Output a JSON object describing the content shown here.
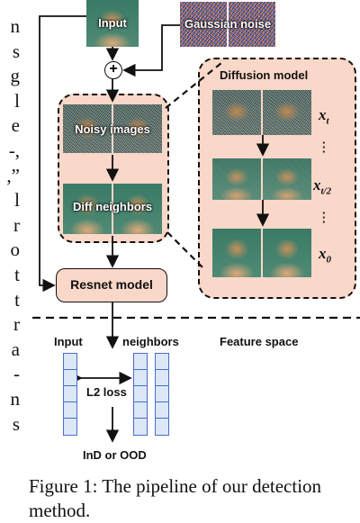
{
  "left_text": [
    "n",
    "s",
    "g",
    "l",
    "e",
    "-,",
    ",”",
    "l",
    "r",
    "o",
    "t",
    "t",
    "r",
    "a",
    "-",
    "n",
    "s"
  ],
  "labels": {
    "input_image": "Input",
    "gaussian_noise": "Gaussian noise",
    "noisy_images": "Noisy images",
    "diff_neighbors": "Diff neighbors",
    "diffusion_model": "Diffusion model",
    "resnet_model": "Resnet model",
    "feature_space": "Feature space",
    "input_vector": "Input",
    "neighbors_vector": "neighbors",
    "l2_loss": "L2 loss",
    "output": "InD or OOD",
    "plus_symbol": "+"
  },
  "math_labels": {
    "xt_base": "x",
    "xt_sub": "t",
    "xt2_base": "x",
    "xt2_sub": "t/2",
    "x0_base": "x",
    "x0_sub": "0"
  },
  "caption": "Figure 1: The pipeline of our detection method."
}
